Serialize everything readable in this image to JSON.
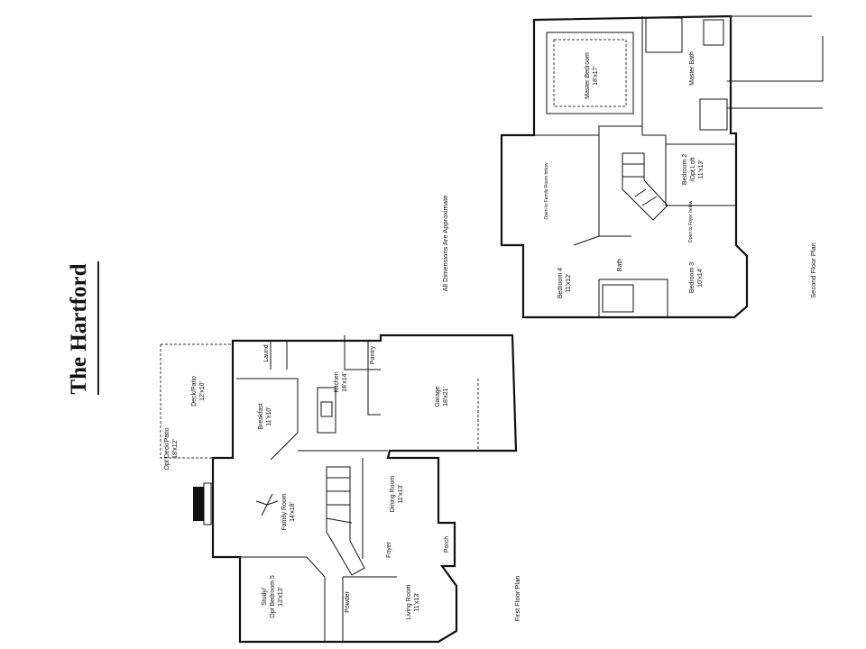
{
  "title": "The Hartford",
  "note": "All Dimensions Are Approximate",
  "first_floor": {
    "caption": "First Floor Plan",
    "rooms": {
      "opt_deck": "Opt Deck/Patio",
      "opt_deck_size": "18'x12'",
      "deck": "Deck/Patio",
      "deck_size": "12'x10'",
      "breakfast": "Breakfast",
      "breakfast_size": "11'x10'",
      "kitchen": "Kitchen",
      "kitchen_size": "18'x14'",
      "garage": "Garage",
      "garage_size": "18'x21'",
      "family": "Family Room",
      "family_size": "14'x18'",
      "dining": "Dining Room",
      "dining_size": "11'x13'",
      "study": "Study/",
      "study2": "Opt Bedroom 5",
      "study_size": "13'x13'",
      "living": "Living Room",
      "living_size": "11'x13'",
      "foyer": "Foyer",
      "porch": "Porch",
      "laund": "Laund",
      "pantry": "Pantry",
      "powder": "Powder"
    }
  },
  "second_floor": {
    "caption": "Second Floor Plan",
    "rooms": {
      "master_bed": "Master Bedroom",
      "master_bed_size": "18'x17'",
      "master_bath": "Master Bath",
      "bed2": "Bedroom 2",
      "bed2_b": "/Opt Loft",
      "bed2_size": "11'x13'",
      "bed3": "Bedroom 3",
      "bed3_size": "10'x14'",
      "bed4": "Bedroom 4",
      "bed4_size": "11'x12'",
      "bath": "Bath",
      "open_family": "Open to Family Room below",
      "open_foyer": "Open to Foyer below"
    }
  }
}
